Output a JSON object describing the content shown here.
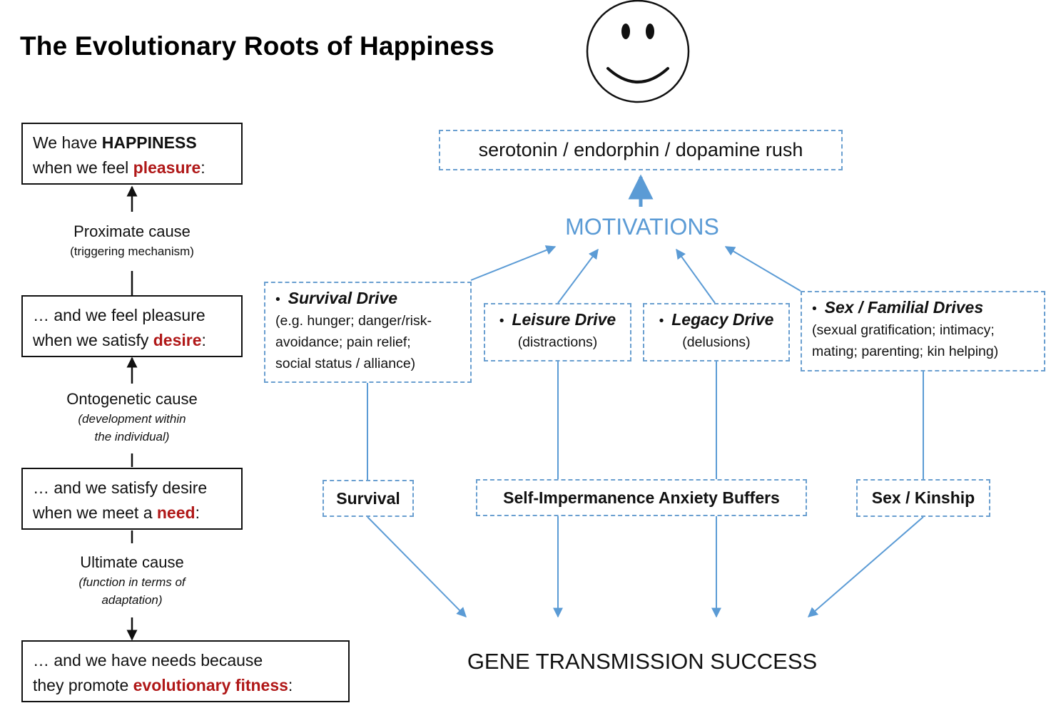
{
  "title": "The Evolutionary Roots of Happiness",
  "left_chain": {
    "box1": {
      "a": "We have ",
      "b": "HAPPINESS",
      "c": "when we feel ",
      "d": "pleasure",
      "e": ":"
    },
    "cause1": {
      "main": "Proximate cause",
      "sub": "(triggering mechanism)"
    },
    "box2": {
      "a": "… and we feel pleasure",
      "b": "when we satisfy ",
      "c": "desire",
      "d": ":"
    },
    "cause2": {
      "main": "Ontogenetic cause",
      "sub1": "(development within",
      "sub2": "the individual)"
    },
    "box3": {
      "a": "… and we satisfy desire",
      "b": "when we meet a ",
      "c": "need",
      "d": ":"
    },
    "cause3": {
      "main": "Ultimate cause",
      "sub1": "(function in terms of",
      "sub2": "adaptation)"
    },
    "box4": {
      "a": "… and we have needs because",
      "b": "they promote ",
      "c": "evolutionary fitness",
      "d": ":"
    }
  },
  "chemicals": "serotonin / endorphin / dopamine rush",
  "motivations": "MOTIVATIONS",
  "drives": {
    "survival": {
      "title": "Survival Drive",
      "lines": [
        "(e.g. hunger; danger/risk-",
        "avoidance; pain relief;",
        "social status / alliance)"
      ]
    },
    "leisure": {
      "title": "Leisure Drive",
      "sub": "(distractions)"
    },
    "legacy": {
      "title": "Legacy Drive",
      "sub": "(delusions)"
    },
    "sex": {
      "title": "Sex / Familial Drives",
      "lines": [
        "(sexual gratification; intimacy;",
        "mating; parenting; kin helping)"
      ]
    }
  },
  "categories": {
    "survival": "Survival",
    "anxiety": "Self-Impermanence Anxiety Buffers",
    "sex": "Sex / Kinship"
  },
  "bullet": "•",
  "outcome": "GENE TRANSMISSION SUCCESS",
  "colors": {
    "accent_blue": "#5b9bd5",
    "emphasis_red": "#b01818",
    "dashed_border": "#6a9fd0"
  },
  "icons": {
    "smiley": "smiley-face-icon"
  }
}
